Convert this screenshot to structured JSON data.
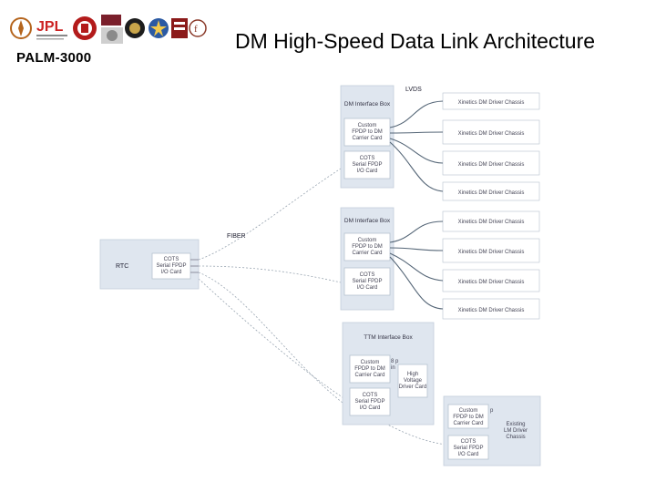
{
  "header": {
    "brand": "PALM-3000",
    "title": "DM High-Speed Data Link Architecture",
    "logos": [
      {
        "name": "caltech-seal-logo",
        "color": "#b5651d"
      },
      {
        "name": "jpl-logo",
        "color": "#cc2222"
      },
      {
        "name": "cornell-seal-logo",
        "color": "#b31b1b"
      },
      {
        "name": "shield-logo",
        "color": "#7a1f2b"
      },
      {
        "name": "crest-logo",
        "color": "#8a8a8a"
      },
      {
        "name": "dark-seal-logo",
        "color": "#1d1d1d"
      },
      {
        "name": "star-seal-logo",
        "color": "#2b5aa3"
      },
      {
        "name": "red-block-logo",
        "color": "#8b1a1a"
      },
      {
        "name": "seal-outline-logo",
        "color": "#8a3a2a"
      }
    ]
  },
  "diagram": {
    "lvds_label": "LVDS",
    "fiber_label": "FIBER",
    "rtc": {
      "label": "RTC",
      "card": [
        "COTS",
        "Serial FPDP",
        "I/O Card"
      ]
    },
    "interface_boxes": [
      {
        "title": "DM Interface Box",
        "cards": [
          [
            "Custom",
            "FPDP to DM",
            "Carrier Card"
          ],
          [
            "COTS",
            "Serial FPDP",
            "I/O Card"
          ]
        ],
        "chassis": [
          "Xinetics DM Driver Chassis",
          "Xinetics DM Driver Chassis",
          "Xinetics DM Driver Chassis",
          "Xinetics DM Driver Chassis"
        ]
      },
      {
        "title": "DM Interface Box",
        "cards": [
          [
            "Custom",
            "FPDP to DM",
            "Carrier Card"
          ],
          [
            "COTS",
            "Serial FPDP",
            "I/O Card"
          ]
        ],
        "chassis": [
          "Xinetics DM Driver Chassis",
          "Xinetics DM Driver Chassis",
          "Xinetics DM Driver Chassis",
          "Xinetics DM Driver Chassis"
        ]
      }
    ],
    "ttm_box": {
      "title": "TTM Interface Box",
      "cards": [
        [
          "Custom",
          "FPDP to DM",
          "Carrier Card"
        ],
        [
          "COTS",
          "Serial FPDP",
          "I/O Card"
        ]
      ],
      "connector": [
        "8 p",
        "in"
      ],
      "hv_card": [
        "High",
        "Voltage",
        "Driver Card"
      ]
    },
    "existing_box": {
      "card": [
        "Custom",
        "FPDP to DM",
        "Carrier Card"
      ],
      "connector": "p",
      "chassis": [
        "Existing",
        "LM Driver",
        "Chassis"
      ],
      "io_card": [
        "COTS",
        "Serial FPDP",
        "I/O Card"
      ]
    }
  }
}
